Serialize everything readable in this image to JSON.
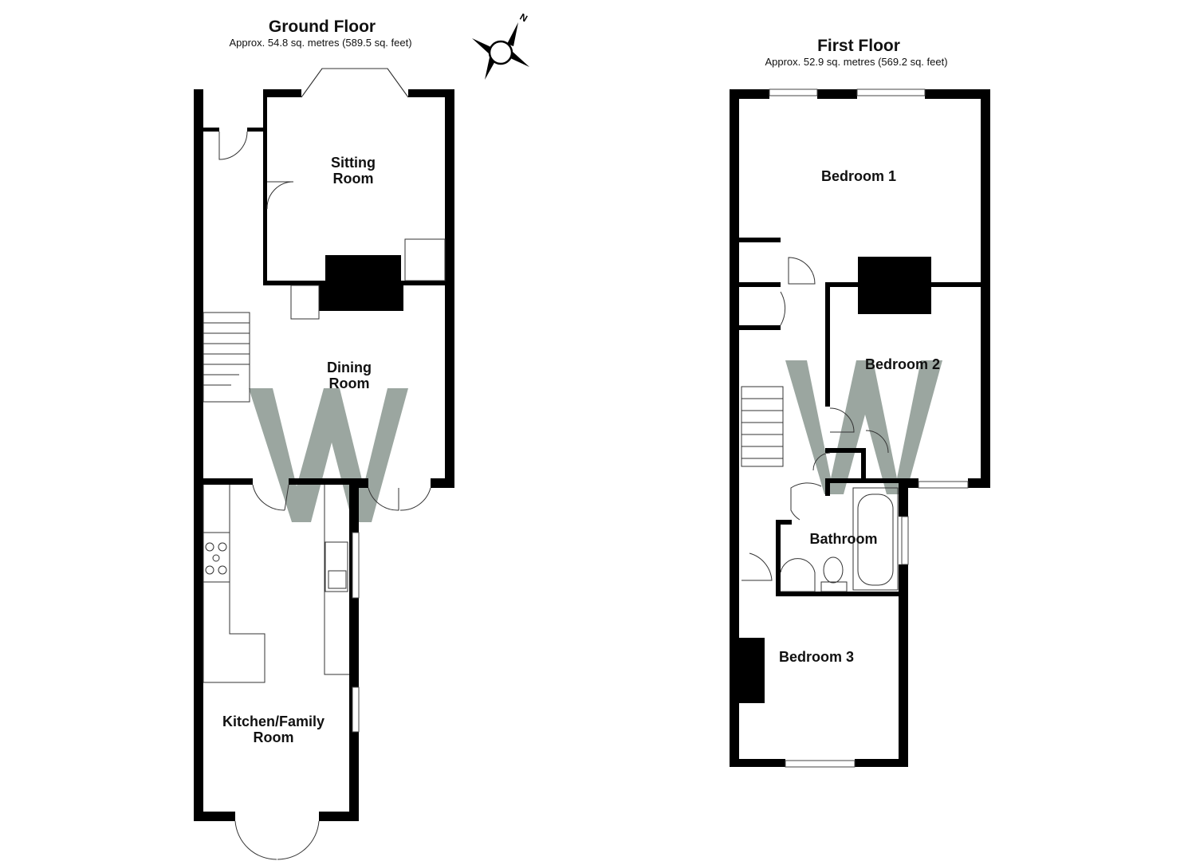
{
  "ground_floor": {
    "title": "Ground Floor",
    "area": "Approx. 54.8 sq. metres (589.5 sq. feet)",
    "rooms": {
      "sitting_line1": "Sitting",
      "sitting_line2": "Room",
      "dining_line1": "Dining",
      "dining_line2": "Room",
      "kitchen_line1": "Kitchen/Family",
      "kitchen_line2": "Room"
    }
  },
  "first_floor": {
    "title": "First Floor",
    "area": "Approx. 52.9 sq. metres (569.2 sq. feet)",
    "rooms": {
      "bedroom1": "Bedroom 1",
      "bedroom2": "Bedroom 2",
      "bathroom": "Bathroom",
      "bedroom3": "Bedroom 3"
    }
  },
  "compass": {
    "north_label": "N"
  },
  "colors": {
    "wall": "#000000",
    "watermark": "#8a968f"
  }
}
